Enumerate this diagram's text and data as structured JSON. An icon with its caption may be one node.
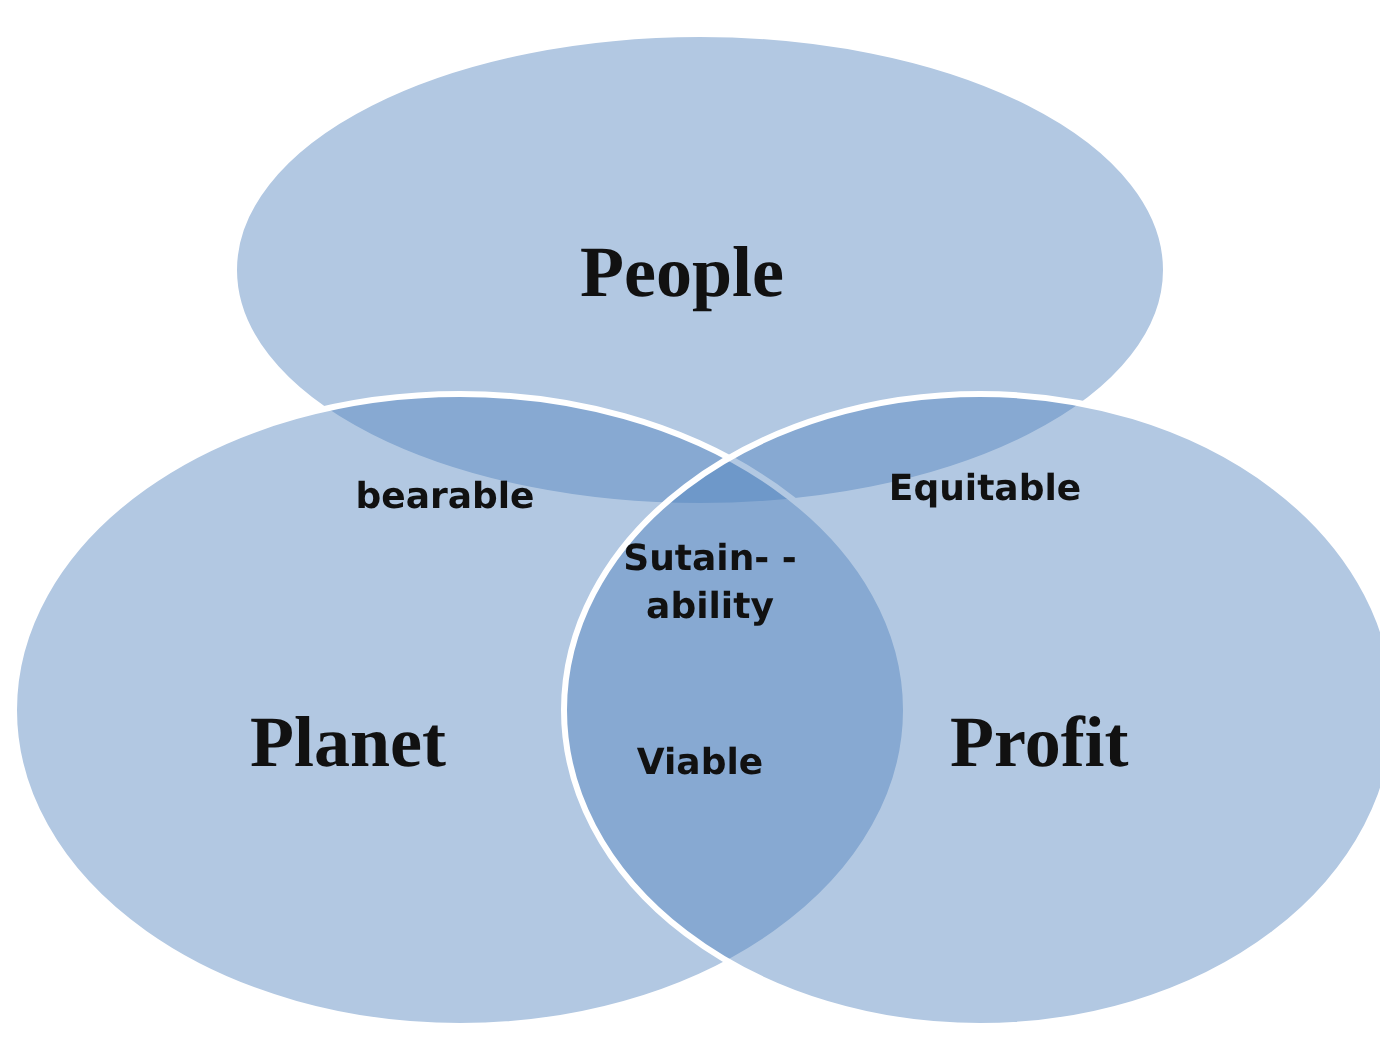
{
  "diagram": {
    "nodes": [
      {
        "text": [
          "People"
        ]
      },
      {
        "text": [
          "Planet"
        ]
      },
      {
        "text": [
          "Profit"
        ]
      }
    ],
    "labels": [
      "bearable",
      "Equitable",
      "Sutain- -ability",
      "Viable"
    ]
  }
}
